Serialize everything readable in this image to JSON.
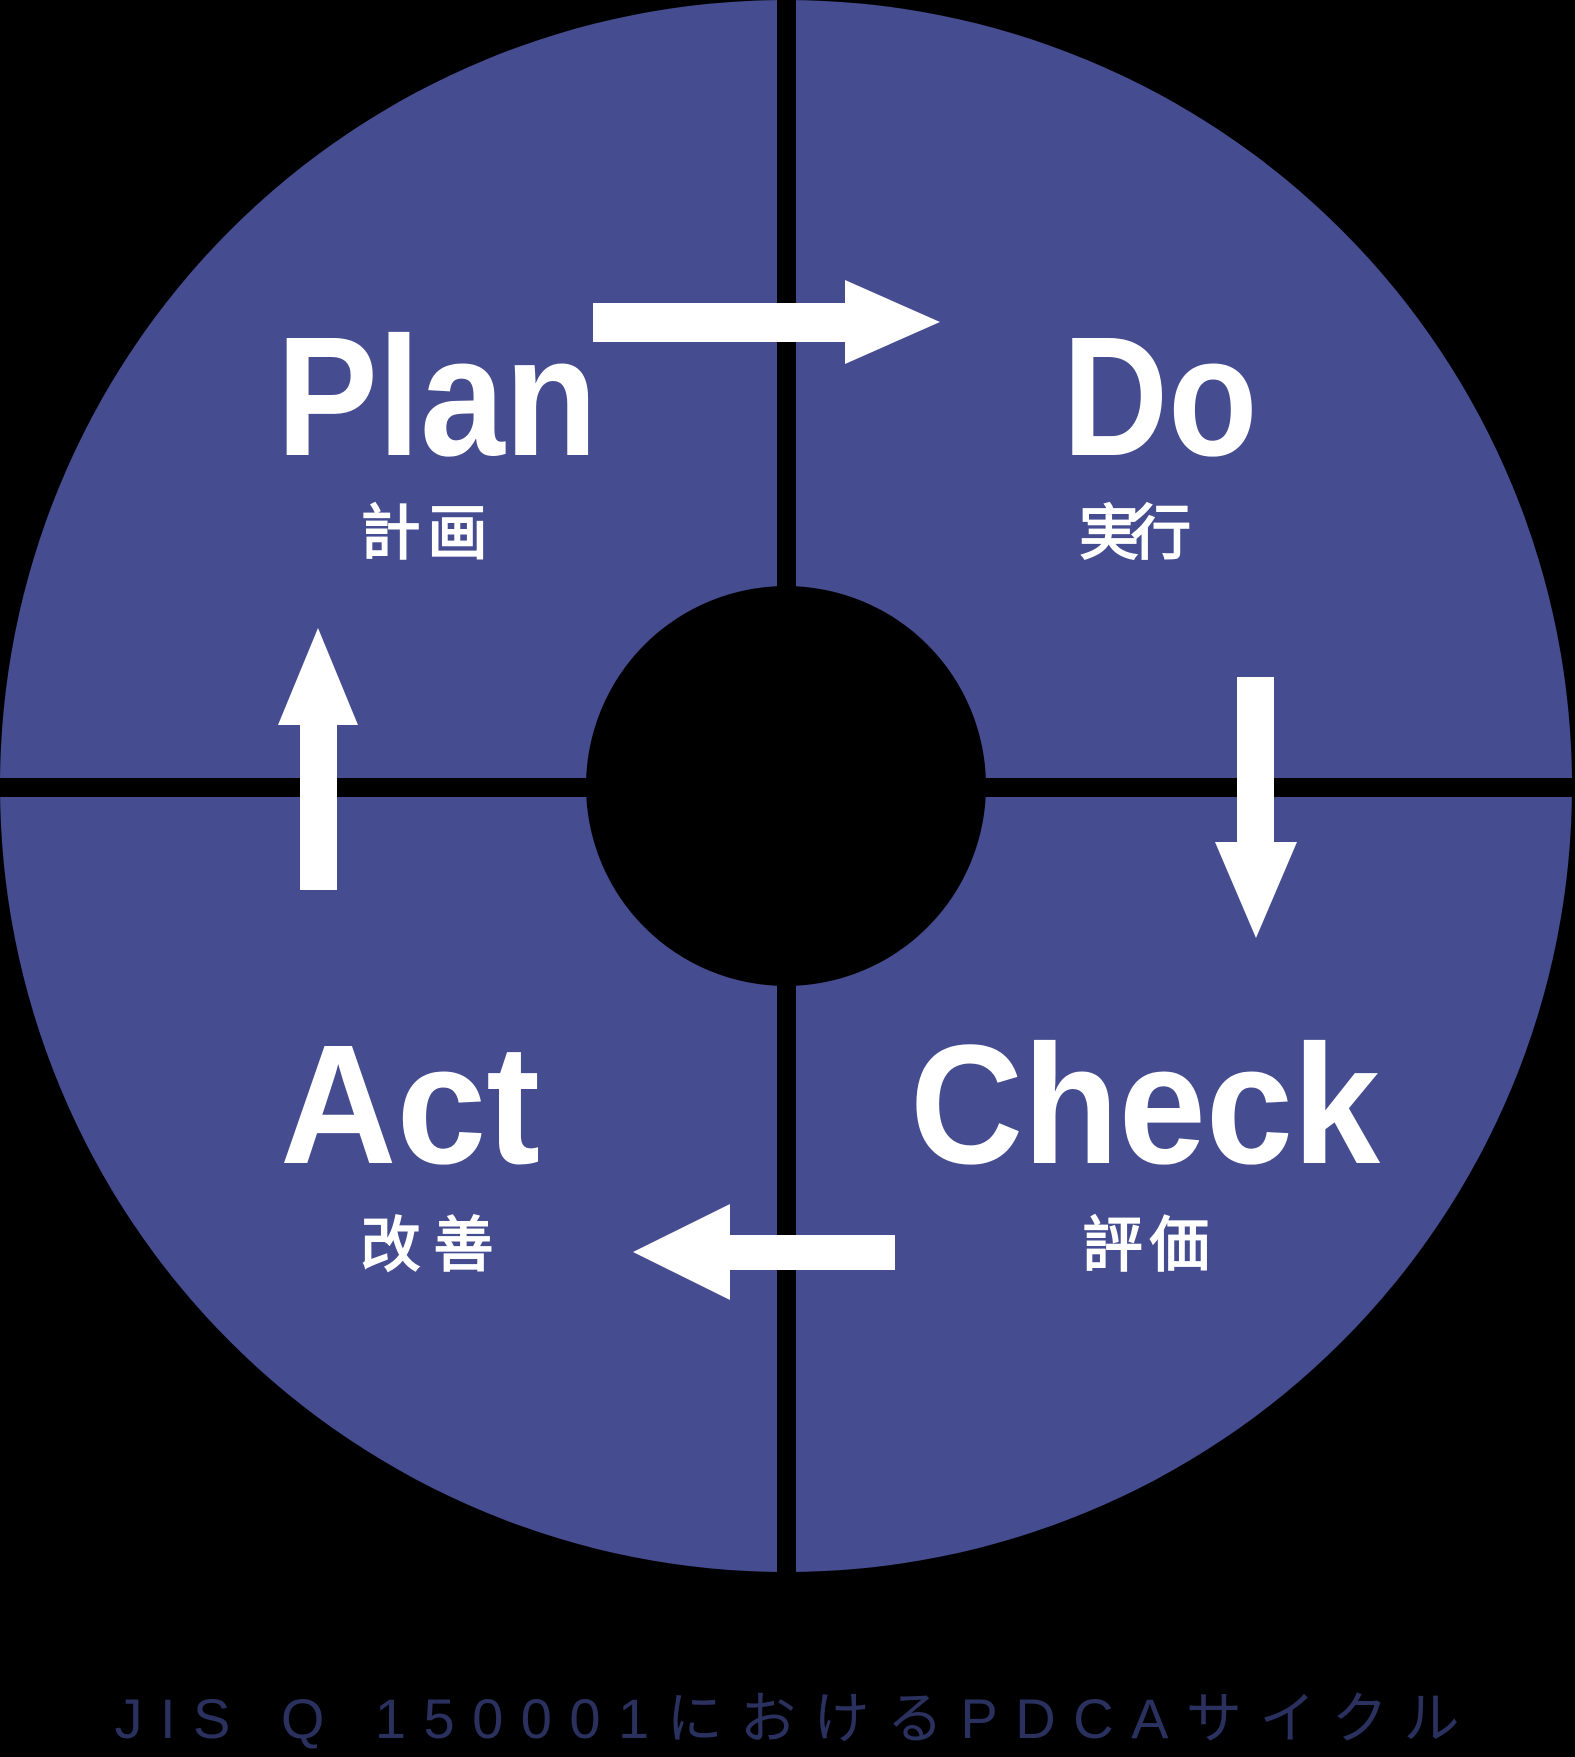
{
  "diagram": {
    "caption": "JIS Q 150001におけるPDCAサイクル",
    "quadrants": [
      {
        "id": "plan",
        "label": "Plan",
        "sublabel": "計画"
      },
      {
        "id": "do",
        "label": "Do",
        "sublabel": "実行"
      },
      {
        "id": "check",
        "label": "Check",
        "sublabel": "評価"
      },
      {
        "id": "act",
        "label": "Act",
        "sublabel": "改善"
      }
    ],
    "arrows": [
      {
        "id": "arrow-plan-to-do",
        "direction": "right"
      },
      {
        "id": "arrow-do-to-check",
        "direction": "down"
      },
      {
        "id": "arrow-check-to-act",
        "direction": "left"
      },
      {
        "id": "arrow-act-to-plan",
        "direction": "up"
      }
    ],
    "colors": {
      "ring_blue": "#454D90",
      "background": "#000000",
      "arrow_white": "#FFFFFF",
      "label_white": "#FFFFFF",
      "caption_navy": "#2A315F"
    }
  }
}
